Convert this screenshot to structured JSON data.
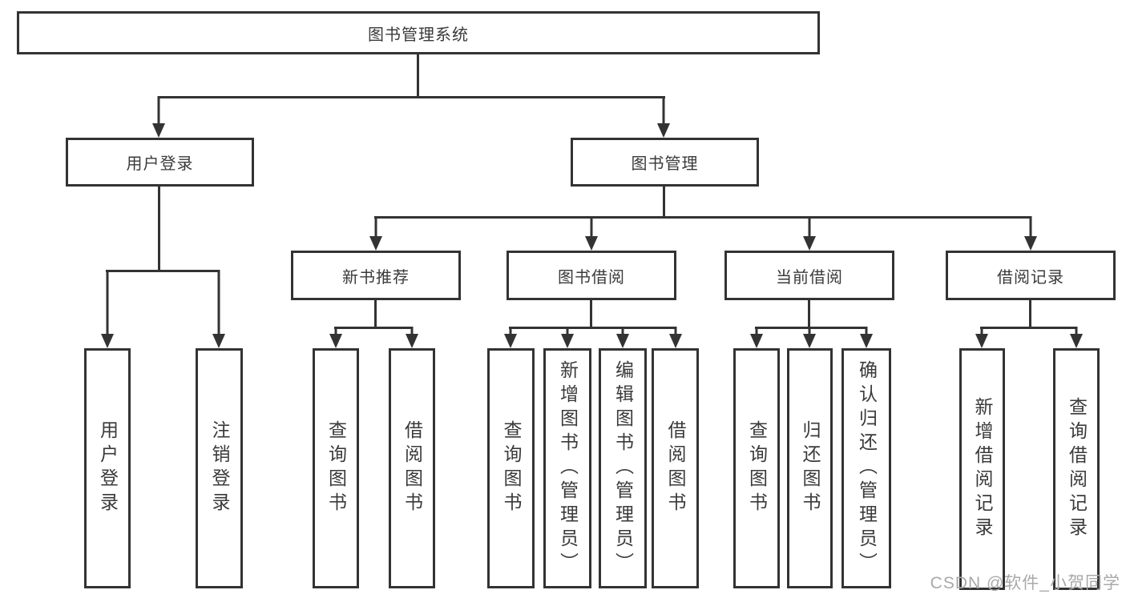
{
  "tree": {
    "label": "图书管理系统",
    "children": [
      {
        "label": "用户登录",
        "children": [
          {
            "label": "用户登录"
          },
          {
            "label": "注销登录"
          }
        ]
      },
      {
        "label": "图书管理",
        "children": [
          {
            "label": "新书推荐",
            "children": [
              {
                "label": "查询图书"
              },
              {
                "label": "借阅图书"
              }
            ]
          },
          {
            "label": "图书借阅",
            "children": [
              {
                "label": "查询图书"
              },
              {
                "label": "新增图书（管理员）"
              },
              {
                "label": "编辑图书（管理员）"
              },
              {
                "label": "借阅图书"
              }
            ]
          },
          {
            "label": "当前借阅",
            "children": [
              {
                "label": "查询图书"
              },
              {
                "label": "归还图书"
              },
              {
                "label": "确认归还（管理员）"
              }
            ]
          },
          {
            "label": "借阅记录",
            "children": [
              {
                "label": "新增借阅记录"
              },
              {
                "label": "查询借阅记录"
              }
            ]
          }
        ]
      }
    ]
  },
  "watermark": "CSDN @软件_小贺同学",
  "colors": {
    "line": "#333333",
    "text": "#3a3a3a",
    "background": "#ffffff",
    "watermark": "#a9a9a9"
  }
}
